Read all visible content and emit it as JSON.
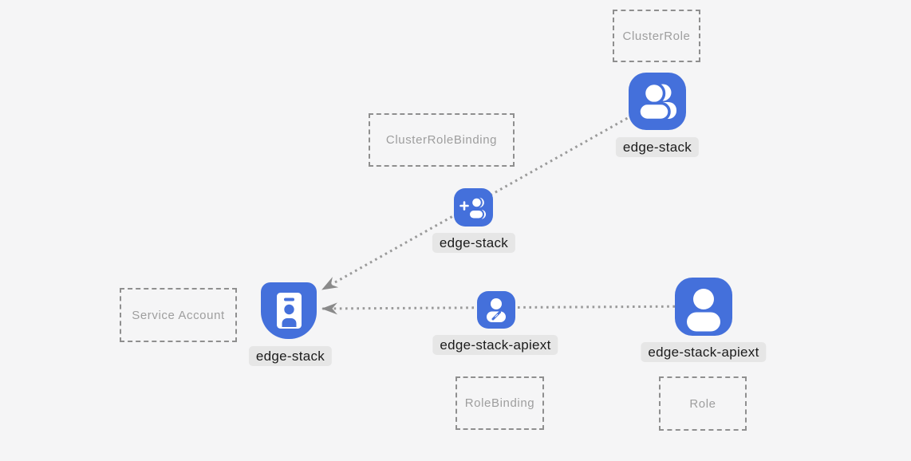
{
  "diagram": {
    "kind": "kubernetes-rbac-relationship-diagram"
  },
  "type_boxes": {
    "cluster_role": "ClusterRole",
    "cluster_role_binding": "ClusterRoleBinding",
    "service_account": "Service Account",
    "role_binding": "RoleBinding",
    "role": "Role"
  },
  "nodes": {
    "cluster_role": {
      "label": "edge-stack",
      "icon": "users-icon",
      "type": "ClusterRole"
    },
    "cluster_role_binding": {
      "label": "edge-stack",
      "icon": "user-plus-icon",
      "type": "ClusterRoleBinding"
    },
    "service_account": {
      "label": "edge-stack",
      "icon": "id-badge-icon",
      "type": "Service Account"
    },
    "role_binding": {
      "label": "edge-stack-apiext",
      "icon": "user-edit-icon",
      "type": "RoleBinding"
    },
    "role": {
      "label": "edge-stack-apiext",
      "icon": "user-icon",
      "type": "Role"
    }
  },
  "edges": [
    {
      "from": "cluster_role",
      "through": "cluster_role_binding",
      "to": "service_account",
      "style": "dotted",
      "arrowhead": "at-service-account"
    },
    {
      "from": "role",
      "through": "role_binding",
      "to": "service_account",
      "style": "dotted",
      "arrowhead": "at-service-account"
    }
  ],
  "colors": {
    "background": "#f5f5f6",
    "node_blue": "#4470db",
    "glyph_white": "#ffffff",
    "edge_dot_gray": "#9a9a9a",
    "arrowhead_gray": "#8a8a8a",
    "label_background": "#e6e6e6",
    "label_text": "#1b1b1b",
    "type_box_border": "#8f8f8f",
    "type_box_text": "#9e9e9e"
  }
}
